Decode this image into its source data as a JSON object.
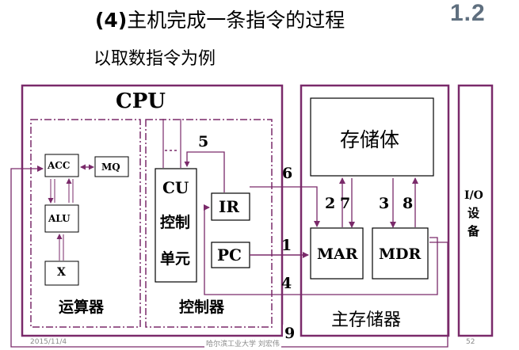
{
  "header": {
    "title_prefix": "(4)",
    "title_text": "主机完成一条指令的过程",
    "subtitle": "以取数指令为例",
    "section_number": "1.2"
  },
  "cpu": {
    "label": "CPU",
    "acc": "ACC",
    "mq": "MQ",
    "alu": "ALU",
    "x": "X",
    "alu_group_label": "运算器",
    "cu_line1": "CU",
    "cu_line2": "控制",
    "cu_line3": "单元",
    "ir": "IR",
    "pc": "PC",
    "control_group_label": "控制器"
  },
  "memory": {
    "storage": "存储体",
    "mar": "MAR",
    "mdr": "MDR",
    "group_label": "主存储器"
  },
  "io": {
    "line1": "I/O",
    "line2": "设",
    "line3": "备"
  },
  "steps": {
    "s1": "1",
    "s2": "2",
    "s3": "3",
    "s4": "4",
    "s5": "5",
    "s6": "6",
    "s7": "7",
    "s8": "8",
    "s9": "9"
  },
  "footer": {
    "date": "2015/11/4",
    "org": "哈尔滨工业大学  刘宏伟",
    "page": "52"
  },
  "colors": {
    "frame": "#7a2a6a",
    "arrow": "#7a2a6a",
    "box_border": "#000000"
  }
}
